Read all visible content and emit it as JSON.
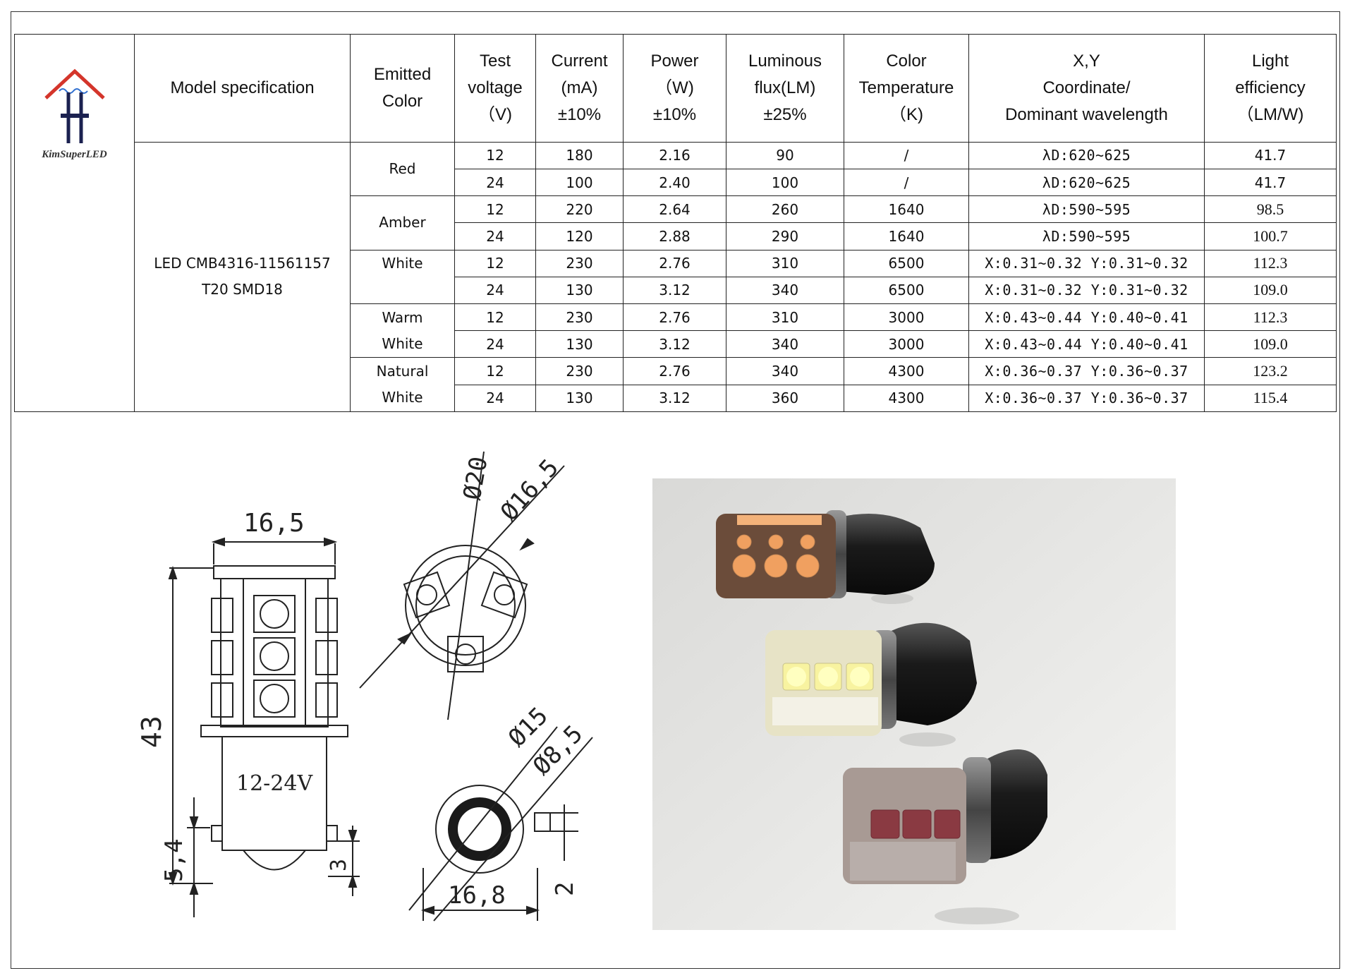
{
  "brand": "KimSuperLED",
  "headers": {
    "model": [
      "Model specification"
    ],
    "emitted": [
      "Emitted",
      "Color"
    ],
    "voltage": [
      "Test",
      "voltage",
      "（V)"
    ],
    "current": [
      "Current",
      "(mA)",
      "±10%"
    ],
    "power": [
      "Power",
      "（W)",
      "±10%"
    ],
    "flux": [
      "Luminous",
      "flux(LM)",
      "±25%"
    ],
    "cct": [
      "Color",
      "Temperature",
      "（K)"
    ],
    "xy": [
      "X,Y",
      "Coordinate/",
      "Dominant wavelength"
    ],
    "efficiency": [
      "Light",
      "efficiency",
      "（LM/W)"
    ]
  },
  "model": [
    "LED CMB4316-11561157",
    "T20 SMD18"
  ],
  "groups": [
    {
      "color": [
        "Red"
      ]
    },
    {
      "color": [
        "Amber"
      ]
    },
    {
      "color": [
        "White"
      ]
    },
    {
      "color": [
        "Warm",
        "White"
      ]
    },
    {
      "color": [
        "Natural",
        "White"
      ]
    }
  ],
  "rows": [
    {
      "voltage": "12",
      "current": "180",
      "power": "2.16",
      "flux": "90",
      "cct": "/",
      "xy": "λD:620~625",
      "eff": "41.7"
    },
    {
      "voltage": "24",
      "current": "100",
      "power": "2.40",
      "flux": "100",
      "cct": "/",
      "xy": "λD:620~625",
      "eff": "41.7"
    },
    {
      "voltage": "12",
      "current": "220",
      "power": "2.64",
      "flux": "260",
      "cct": "1640",
      "xy": "λD:590~595",
      "eff": "98.5"
    },
    {
      "voltage": "24",
      "current": "120",
      "power": "2.88",
      "flux": "290",
      "cct": "1640",
      "xy": "λD:590~595",
      "eff": "100.7"
    },
    {
      "voltage": "12",
      "current": "230",
      "power": "2.76",
      "flux": "310",
      "cct": "6500",
      "xy": "X:0.31~0.32 Y:0.31~0.32",
      "eff": "112.3"
    },
    {
      "voltage": "24",
      "current": "130",
      "power": "3.12",
      "flux": "340",
      "cct": "6500",
      "xy": "X:0.31~0.32 Y:0.31~0.32",
      "eff": "109.0"
    },
    {
      "voltage": "12",
      "current": "230",
      "power": "2.76",
      "flux": "310",
      "cct": "3000",
      "xy": "X:0.43~0.44 Y:0.40~0.41",
      "eff": "112.3"
    },
    {
      "voltage": "24",
      "current": "130",
      "power": "3.12",
      "flux": "340",
      "cct": "3000",
      "xy": "X:0.43~0.44 Y:0.40~0.41",
      "eff": "109.0"
    },
    {
      "voltage": "12",
      "current": "230",
      "power": "2.76",
      "flux": "340",
      "cct": "4300",
      "xy": "X:0.36~0.37 Y:0.36~0.37",
      "eff": "123.2"
    },
    {
      "voltage": "24",
      "current": "130",
      "power": "3.12",
      "flux": "360",
      "cct": "4300",
      "xy": "X:0.36~0.37 Y:0.36~0.37",
      "eff": "115.4"
    }
  ],
  "drawing": {
    "dims": {
      "top_width": "16,5",
      "height": "43",
      "pin_height": "5,4",
      "tip": "3",
      "dia_20": "Ø20",
      "dia_16_5": "Ø16,5",
      "dia_15": "Ø15",
      "dia_8_5": "Ø8,5",
      "base_width": "16,8",
      "pin_offset": "2"
    },
    "voltage_label": "12-24V"
  },
  "colors": {
    "logo_red": "#d4352b",
    "logo_navy": "#1b2150",
    "logo_blue": "#2f6fd0"
  }
}
